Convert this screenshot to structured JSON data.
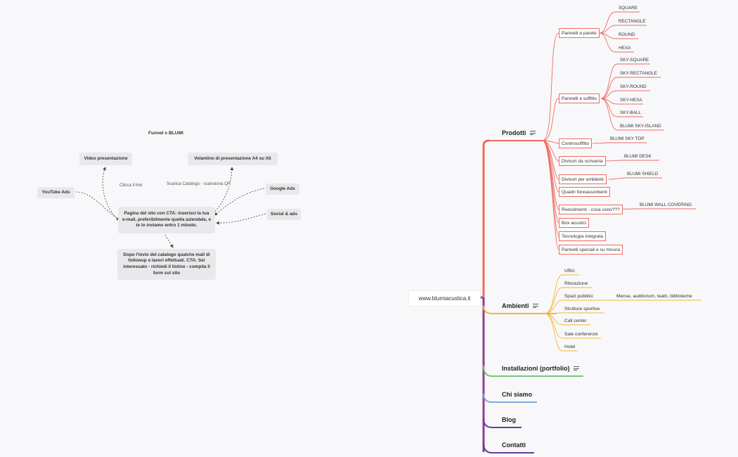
{
  "funnel": {
    "title": "Funnel x BLUMI",
    "video": "Video presentazione",
    "volantino": "Volantino di presentazione A4 su A5",
    "youtube": "YouTube Ads",
    "google": "Google Ads",
    "social": "Social & ads",
    "landing": "Pagina del sito con CTA: inserisci la tua e-mail, preferibilmente quella aziendale, e te lo inviamo entro 1 minuto.",
    "followup": "Dopo l'invio del catalogo qualche mail di followup e lavori effettuati. CTA: Sei interessato - richiedi il listino - compila il form sul sito",
    "edge_clicca": "Clicca il link",
    "edge_scarica": "Scarica Catalogo - scansiona QR"
  },
  "mindmap": {
    "root": "www.blumiacustica.it",
    "branches": {
      "prodotti": "Prodotti",
      "ambienti": "Ambienti",
      "installazioni": "Installazioni (portfolio)",
      "chi_siamo": "Chi siamo",
      "blog": "Blog",
      "contatti": "Contatti"
    },
    "prodotti": {
      "pannelli_parete": "Pannelli a parete",
      "parete_items": [
        "SQUARE",
        "RECTANGLE",
        "ROUND",
        "HEXA"
      ],
      "pannelli_soffitto": "Pannelli a soffitto",
      "soffitto_items": [
        "SKY-SQUARE",
        "SKY-RECTANGLE",
        "SKY-ROUND",
        "SKY-HEXA",
        "SKY-BALL",
        "BLUMI SKY-ISLAND"
      ],
      "controsoffitto": "Controsoffitto",
      "controsoffitto_item": "BLUMI SKY TOP",
      "divisori_scrivania": "Divisori da scrivania",
      "divisori_scrivania_item": "BLUMI DESK",
      "divisori_ambienti": "Divisori per ambienti",
      "divisori_ambienti_item": "BLUMI SHIELD",
      "quadri": "Quadri fonoassorbenti",
      "rivestimenti": "Rivestimenti - cosa sono???",
      "rivestimenti_item": "BLUMI WALL COVERING",
      "box": "Box acustici",
      "tecnologia": "Tecnologia integrata",
      "speciali": "Pannelli speciali e su misura"
    },
    "ambienti": {
      "items": [
        "Uffici",
        "Ritorazione",
        "Spazi pubblici",
        "Strutture sportive",
        "Call center",
        "Sale conferenze",
        "Hotel"
      ],
      "spazi_pubblici_item": "Mense, auditorium, teatri, biblioteche"
    }
  },
  "colors": {
    "prodotti": "#f06a5f",
    "ambienti": "#f5b82e",
    "installazioni": "#7cc576",
    "chi_siamo": "#7da7e0",
    "blog": "#6a3d9a",
    "contatti": "#6a3d9a",
    "trunk": "#8e3f8c"
  }
}
